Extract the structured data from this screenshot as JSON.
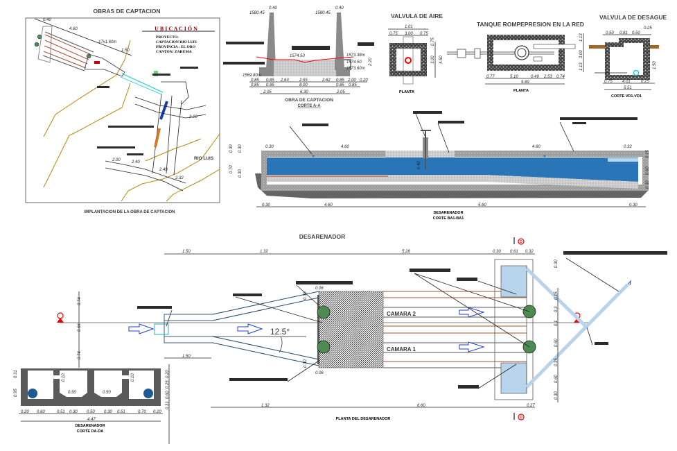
{
  "colors": {
    "water": "#2a74b8",
    "concrete": "#8a8a8a",
    "ground": "#646464",
    "contour": "#b8860b",
    "pipe": "#b7d4ec",
    "brown_line": "#a0522d",
    "valve": "#4e8a52",
    "marker": "#e00000"
  },
  "captacion_plan": {
    "title": "OBRAS DE CAPTACION",
    "ubicacion": {
      "heading": "U B I C A C I Ó N",
      "lines": [
        "PROYECTO:",
        "CAPTACION RIO LUIS",
        "PROVINCIA : EL ORO",
        "CANTON: ZARUMA"
      ]
    },
    "dims": [
      "0.40",
      "4.60",
      "17x1.60m",
      "1.50",
      "2.00",
      "2.40",
      "2.20",
      "2.40",
      "2.32"
    ],
    "river": "RIO LUIS",
    "caption": "IMPLANTACION DE LA OBRA DE CAPTACION"
  },
  "captacion_section": {
    "levels": [
      "1580.45",
      "0.40",
      "1580.45",
      "0.40",
      "1574.50",
      "1573.38m",
      "1574.50",
      "1573.60m",
      "1569.80m"
    ],
    "dims_row1": [
      "0.85",
      "0.85",
      "2.63",
      "2.55",
      "2.62",
      "0.85",
      "2.00",
      "0.20"
    ],
    "dims_row2": [
      "0.85",
      "0.85",
      "8.00",
      "0.85",
      "0.85"
    ],
    "dims_row3": [
      "2.05",
      "6.30",
      "2.05"
    ],
    "right_dim": "2.20",
    "title": "OBRA DE CAPTACION",
    "subtitle": "CORTE A-A"
  },
  "valvula_aire": {
    "title": "VALVULA DE AIRE",
    "dims": [
      "1.01",
      "0.75",
      "3.00",
      "0.75",
      "0.75",
      "3.00",
      "4.50"
    ],
    "caption": "PLANTA"
  },
  "tanque": {
    "title": "TANQUE ROMPEPRESION EN LA RED",
    "dims": [
      "0.77",
      "5.10",
      "0.49",
      "2.53",
      "0.74",
      "9.89"
    ],
    "side_dims": [
      "1.13",
      "3.00",
      "1.13"
    ],
    "caption": "PLANTA"
  },
  "valvula_desague": {
    "title": "VALVULA DE DESAGUE",
    "dims_top": [
      "0.50",
      "0.81",
      "0.50"
    ],
    "top_right": "0.25",
    "dims_bottom": [
      "0.75",
      "4.01",
      "0.25"
    ],
    "total": "5.51",
    "side": "1.50",
    "caption": "CORTE VD1-VD1"
  },
  "desarenador_section": {
    "top_dims": [
      "0.30",
      "4.60",
      "4.60",
      "0.32"
    ],
    "bottom_dims": [
      "0.30",
      "4.60",
      "5.60",
      "0.30"
    ],
    "left_dims": [
      "0.30",
      "0.70",
      "0.30",
      "0.30"
    ],
    "right_dims": [
      "0.15",
      "0.60",
      "0.30"
    ],
    "mid_dim": "0.40",
    "title": "DESARENADOR",
    "subtitle": "CORTE BA1-BA1"
  },
  "desarenador_plan": {
    "title": "DESARENADOR",
    "top_dims": [
      "1.50",
      "1.32",
      "5.28",
      "0.30",
      "0.61",
      "0.32"
    ],
    "angle": "12.5°",
    "chambers": [
      "CAMARA 2",
      "CAMARA 1"
    ],
    "left_dims": [
      "0.74",
      "0.66",
      "0.74"
    ],
    "inlet_dim": "1.50",
    "bottom_dims": [
      "1.32",
      "6.60",
      "0.27"
    ],
    "wall_dims": [
      "0.06",
      "0.30",
      "0.06",
      "0.30"
    ],
    "right_dims": [
      "0.30",
      "0.15",
      "0.3",
      "0.1",
      "0.60",
      "0.35",
      "0.60",
      "0.30"
    ],
    "section_marker": "D",
    "caption": "PLANTA DEL DESARENADOR"
  },
  "desarenador_cut": {
    "dims": [
      "0.20",
      "0.60",
      "0.51",
      "0.30",
      "0.50",
      "0.30",
      "0.51",
      "0.70",
      "0.20"
    ],
    "total": "4.47",
    "inner": [
      "0.50",
      "0.50",
      "0.10",
      "0.10"
    ],
    "side": [
      "0.31",
      "0.95"
    ],
    "right_side": [
      "0.20",
      "0.25",
      "0.60",
      "0.31"
    ],
    "title": "DESARENADOR",
    "subtitle": "CORTE DA-DA"
  }
}
